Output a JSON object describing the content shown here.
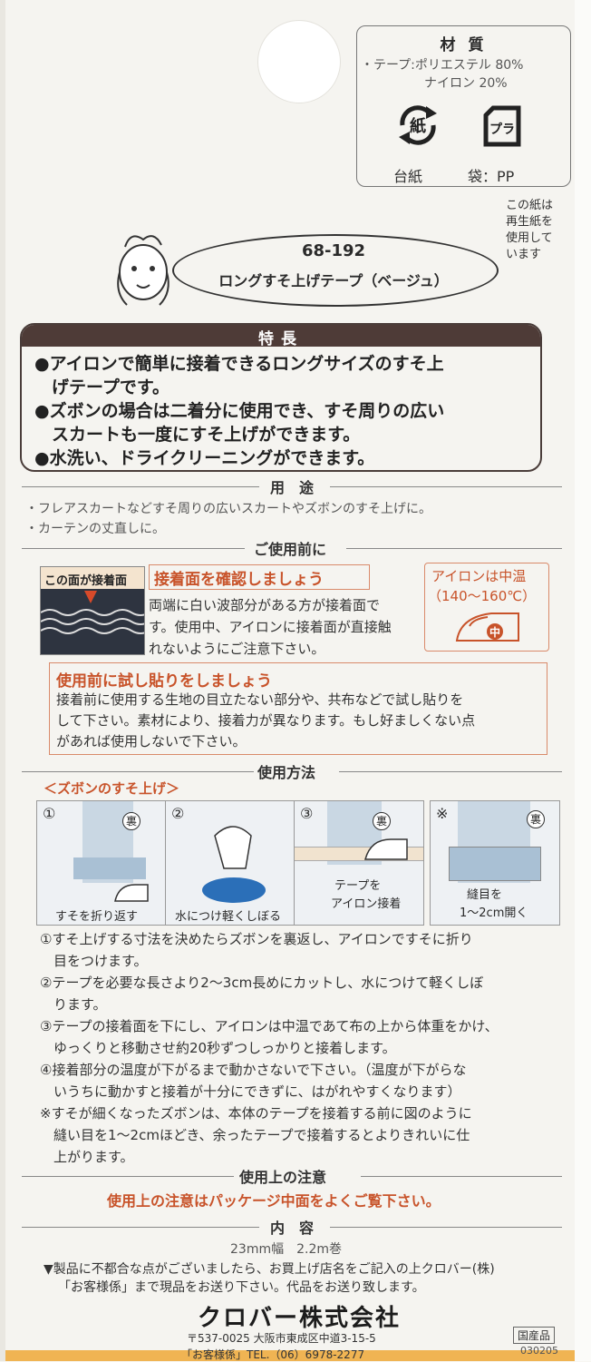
{
  "material": {
    "title": "材 質",
    "row1": "・テープ:ポリエステル 80%",
    "row2": "ナイロン 20%",
    "paper_mark": "紙",
    "plastic_mark": "プラ",
    "label_paper": "台紙",
    "label_bag": "袋：PP"
  },
  "recycled_note": [
    "この紙は",
    "再生紙を",
    "使用して",
    "います"
  ],
  "product": {
    "number": "68-192",
    "name": "ロングすそ上げテープ（ベージュ）"
  },
  "features": {
    "title": "特長",
    "lines": [
      "●アイロンで簡単に接着できるロングサイズのすそ上",
      "　げテープです。",
      "●ズボンの場合は二着分に使用でき、すそ周りの広い",
      "　スカートも一度にすそ上げができます。",
      "●水洗い、ドライクリーニングができます。"
    ]
  },
  "uses": {
    "title": "用　途",
    "lines": [
      "・フレアスカートなどすそ周りの広いスカートやズボンのすそ上げに。",
      "・カーテンの丈直しに。"
    ]
  },
  "before_use": {
    "title": "ご使用前に",
    "illus_label": "この面が接着面",
    "confirm_title": "接着面を確認しましょう",
    "confirm_lines": [
      "両端に白い波部分がある方が接着面で",
      "す。使用中、アイロンに接着面が直接触",
      "れないようにご注意下さい。"
    ],
    "iron_temp": "アイロンは中温",
    "iron_range": "（140〜160℃）",
    "iron_mark": "中",
    "test_title": "使用前に試し貼りをしましょう",
    "test_lines": [
      "接着前に使用する生地の目立たない部分や、共布などで試し貼りを",
      "して下さい。素材により、接着力が異なります。もし好ましくない点",
      "があれば使用しないで下さい。"
    ]
  },
  "method": {
    "title": "使用方法",
    "subtitle": "＜ズボンのすそ上げ＞",
    "steps": [
      {
        "num": "①",
        "caption": "すそを折り返す",
        "tag": "裏"
      },
      {
        "num": "②",
        "caption": "水につけ軽くしぼる"
      },
      {
        "num": "③",
        "caption1": "テープを",
        "caption2": "アイロン接着",
        "tag": "裏"
      },
      {
        "num": "※",
        "caption1": "縫目を",
        "caption2": "1〜2cm開く",
        "tag": "裏"
      }
    ],
    "instructions": [
      "①すそ上げする寸法を決めたらズボンを裏返し、アイロンですそに折り",
      "　目をつけます。",
      "②テープを必要な長さより2〜3cm長めにカットし、水につけて軽くしぼ",
      "　ります。",
      "③テープの接着面を下にし、アイロンは中温であて布の上から体重をかけ、",
      "　ゆっくりと移動させ約20秒ずつしっかりと接着します。",
      "④接着部分の温度が下がるまで動かさないで下さい。（温度が下がらな",
      "　いうちに動かすと接着が十分にできずに、はがれやすくなります）",
      "※すそが細くなったズボンは、本体のテープを接着する前に図のように",
      "　縫い目を1〜2cmほどき、余ったテープで接着するとよりきれいに仕",
      "　上がります。"
    ]
  },
  "caution": {
    "title": "使用上の注意",
    "text": "使用上の注意はパッケージ中面をよくご覧下さい。"
  },
  "contents": {
    "title": "内　容",
    "text": "23mm幅　2.2m巻"
  },
  "notice": [
    "▼製品に不都合な点がございましたら、お買上げ店名をご記入の上クロバー(株)",
    "「お客様係」まで現品をお送り下さい。代品をお送り致します。"
  ],
  "company": {
    "name": "クロバー株式会社",
    "address": "〒537-0025 大阪市東成区中道3-15-5",
    "tel": "「お客様係」TEL.（06）6978-2277",
    "origin": "国産品",
    "code": "030205"
  },
  "colors": {
    "accent": "#c8532a",
    "feature_header": "#4e3b37",
    "band": "#f0b453"
  }
}
